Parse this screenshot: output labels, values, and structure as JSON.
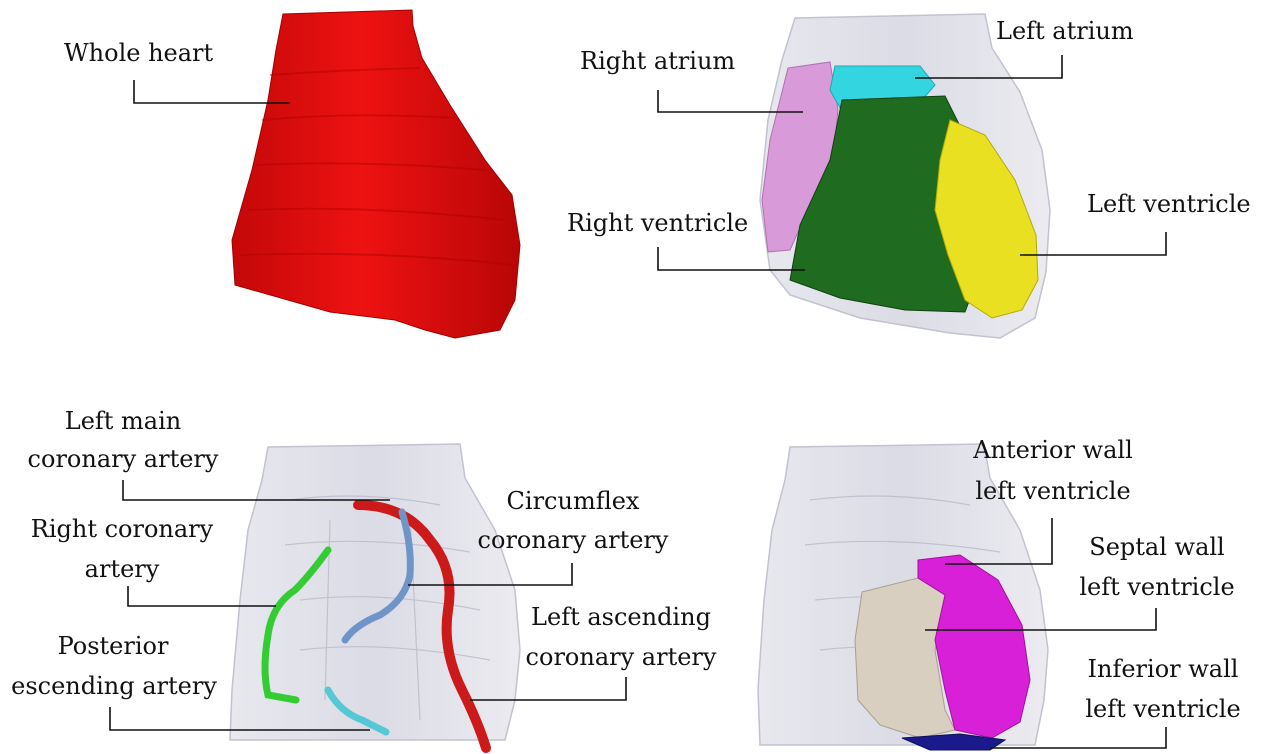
{
  "panels": [
    {
      "id": "whole-heart",
      "labels": {
        "whole_heart": "Whole heart"
      },
      "colors": {
        "heart": "#ea1010"
      }
    },
    {
      "id": "chambers",
      "labels": {
        "right_atrium": "Right atrium",
        "left_atrium": "Left atrium",
        "right_ventricle": "Right ventricle",
        "left_ventricle": "Left ventricle"
      },
      "colors": {
        "right_atrium": "#d89ad8",
        "left_atrium": "#33d6e0",
        "right_ventricle": "#1f6b1f",
        "left_ventricle": "#e8e020"
      }
    },
    {
      "id": "coronary-arteries",
      "labels": {
        "left_main_1": "Left main",
        "left_main_2": "coronary artery",
        "circumflex_1": "Circumflex",
        "circumflex_2": "coronary artery",
        "right_coronary_1": "Right coronary",
        "right_coronary_2": "artery",
        "left_ascending_1": "Left ascending",
        "left_ascending_2": "coronary artery",
        "posterior_1": "Posterior",
        "posterior_2": "escending artery"
      },
      "colors": {
        "left_main": "#cc1a1a",
        "circumflex": "#6f95c8",
        "right_coronary": "#33cc33",
        "posterior": "#55c8d6"
      }
    },
    {
      "id": "lv-walls",
      "labels": {
        "anterior_1": "Anterior wall",
        "anterior_2": "left ventricle",
        "septal_1": "Septal wall",
        "septal_2": "left ventricle",
        "inferior_1": "Inferior wall",
        "inferior_2": "left ventricle"
      },
      "colors": {
        "anterior": "#d820d8",
        "septal": "#d8cfc0",
        "inferior": "#1a1a8c"
      }
    }
  ],
  "shell_color": "#c8c8d8"
}
